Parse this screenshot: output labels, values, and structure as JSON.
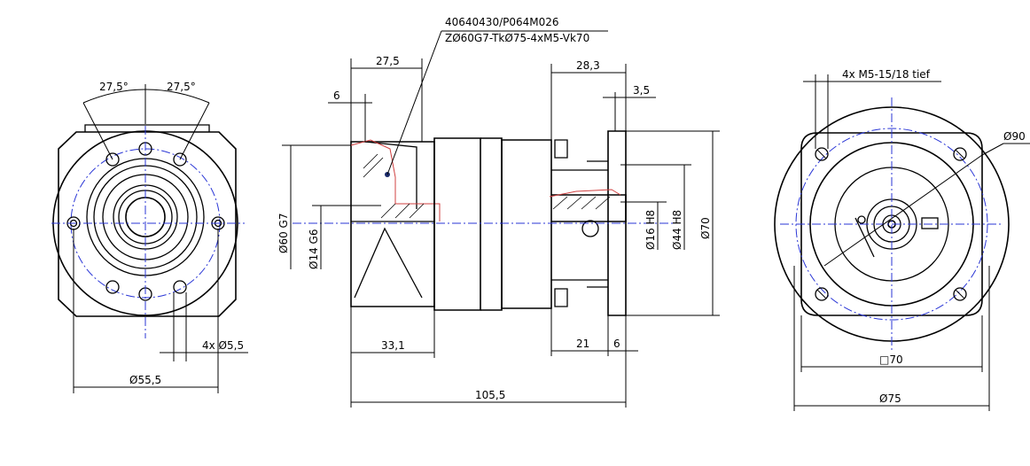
{
  "part": {
    "number": "40640430/P064M026",
    "spec": "ZØ60G7-TkØ75-4xM5-Vk70"
  },
  "front_view": {
    "angle_left": "27,5°",
    "angle_right": "27,5°",
    "hole_note": "4x Ø5,5",
    "bolt_circle": "Ø55,5"
  },
  "side_view": {
    "dim_top_left": "27,5",
    "dim_flange": "6",
    "dim_top_right": "28,3",
    "dim_small": "3,5",
    "dim_bore_fit": "Ø60 G7",
    "dim_shaft_fit": "Ø14 G6",
    "dim_body_len": "33,1",
    "dim_flange_len": "21",
    "dim_flange_th": "6",
    "dim_total": "105,5",
    "dim_shaft_h8": "Ø16 H8",
    "dim_bore_h8": "Ø44 H8",
    "dim_height": "Ø70"
  },
  "rear_view": {
    "thread_note": "4x M5-15/18 tief",
    "dia_outer": "Ø90",
    "square": "□70",
    "dia_bolt": "Ø75"
  }
}
